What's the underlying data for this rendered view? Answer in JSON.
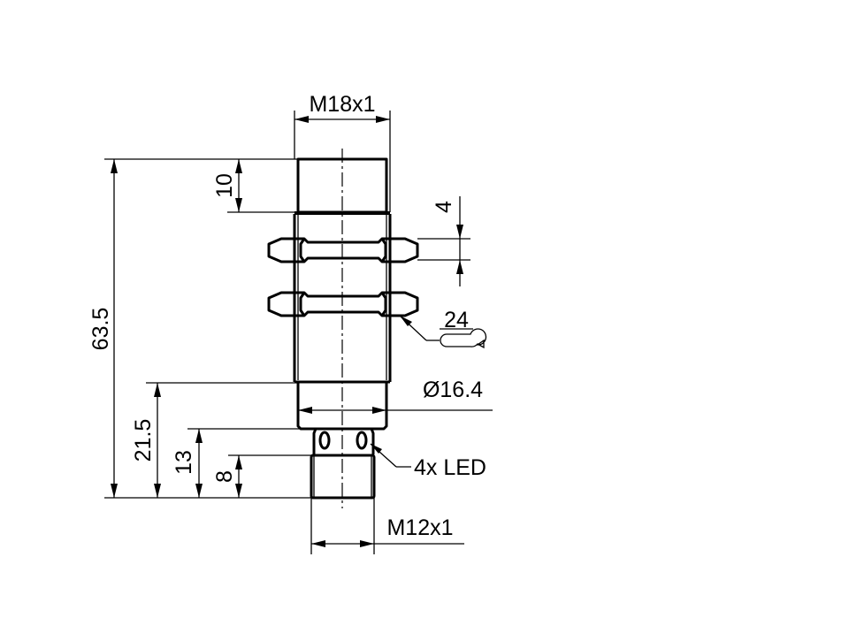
{
  "drawing": {
    "title": "M18 inductive sensor dimensional drawing",
    "units": "mm",
    "line_color": "#000000",
    "background": "#ffffff"
  },
  "dimensions": {
    "thread_top": "M18x1",
    "thread_bottom": "M12x1",
    "overall_length": "63.5",
    "front_cap_length": "10",
    "nut_thickness": "4",
    "wrench_size": "24",
    "housing_diameter": "Ø16.4",
    "rear_length": "21.5",
    "led_section_length": "13",
    "connector_length": "8",
    "led_callout": "4x LED"
  },
  "icons": {
    "wrench": "wrench-icon"
  }
}
